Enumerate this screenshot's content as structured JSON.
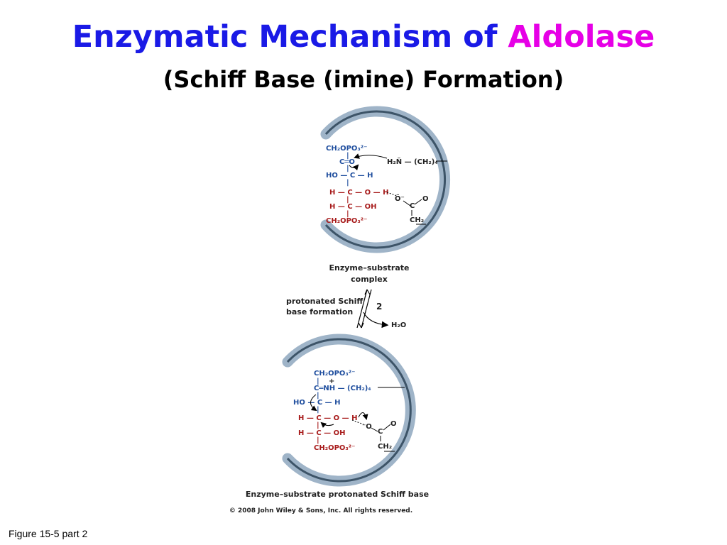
{
  "title": {
    "main": "Enzymatic Mechanism of",
    "accent": "Aldolase"
  },
  "subtitle": "(Schiff Base (imine) Formation)",
  "top_panel": {
    "line1": "CH₂OPO₃²⁻",
    "bar1": "|",
    "carbonyl": "C═O",
    "lysine": "H₂N̈ — (CH₂)₄",
    "bar2": "|",
    "row_hoch": "HO — C — H",
    "bar3": "|",
    "row_hcoh": "H — C — O — H",
    "carboxylate_o_minus": "Ö⁻",
    "carboxylate_c": "C",
    "carboxylate_o": "O",
    "carboxylate_ch2": "CH₂",
    "bar4": "|",
    "row_hcoh2": "H — C — OH",
    "bar5": "|",
    "line_last": "CH₂OPO₃²⁻"
  },
  "top_caption": {
    "line1": "Enzyme–substrate",
    "line2": "complex"
  },
  "arrow": {
    "label_line1": "protonated Schiff",
    "label_line2": "base formation",
    "step": "2",
    "product": "H₂O"
  },
  "bottom_panel": {
    "line1": "CH₂OPO₃²⁻",
    "bar1": "|",
    "plus": "+",
    "imine": "C═NH — (CH₂)₄",
    "bar2": "|",
    "row_hoch": "HO — C — H",
    "bar3": "|",
    "row_hcoh": "H — C — O — H",
    "carboxylate_o": "O",
    "carboxylate_o_minus": "⁻O",
    "carboxylate_c": "C",
    "carboxylate_ch2": "CH₂",
    "bar4": "|",
    "row_hcoh2": "H — C — OH",
    "bar5": "|",
    "line_last": "CH₂OPO₃²⁻"
  },
  "bottom_caption": "Enzyme–substrate protonated Schiff base",
  "copyright": "© 2008 John Wiley & Sons, Inc. All rights reserved.",
  "figure_label": "Figure 15-5 part 2",
  "colors": {
    "title": "#1a1ae6",
    "accent": "#e600e6",
    "blue_atoms": "#1f4e9e",
    "red_atoms": "#a81c1c",
    "enzyme_outer": "#8fa7bd",
    "enzyme_inner": "#2c3e50"
  }
}
